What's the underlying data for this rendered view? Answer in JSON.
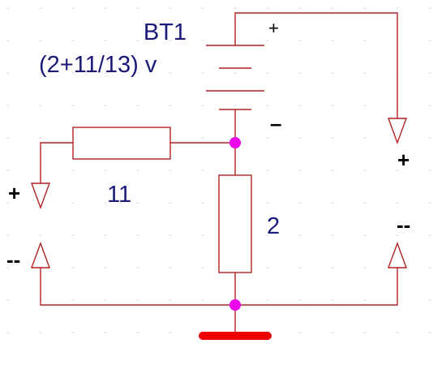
{
  "battery": {
    "name": "BT1",
    "value": "(2+11/13) v",
    "plus_sign": "+",
    "minus_sign": "–"
  },
  "resistors": {
    "horizontal": {
      "label": "11"
    },
    "vertical": {
      "label": "2"
    }
  },
  "left_port": {
    "plus_sign": "+",
    "minus_sign": "--"
  },
  "right_port": {
    "plus_sign": "+",
    "minus_sign": "--"
  },
  "colors": {
    "wire": "#b22222",
    "node": "#ee00ee",
    "ground": "#ee0000",
    "label": "#1a1a7a",
    "sign": "#000000",
    "grid_dot": "#c8c8c8"
  }
}
